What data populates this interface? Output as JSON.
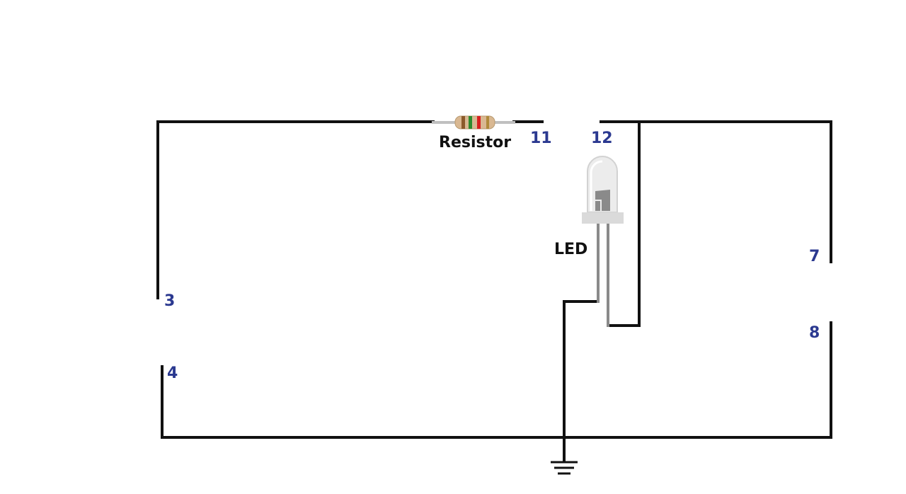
{
  "labels": {
    "resistor": "Resistor",
    "led": "LED",
    "pin_11": "11",
    "pin_12": "12",
    "pin_3": "3",
    "pin_4": "4",
    "pin_7": "7",
    "pin_8": "8"
  },
  "icons": {
    "resistor": "resistor-icon",
    "led": "led-icon",
    "ground": "ground-icon"
  },
  "colors": {
    "wire": "#111111",
    "pin_label": "#2b3990",
    "text_label": "#111111",
    "resistor_body": "#d9b892",
    "band_1": "#8b5a2b",
    "band_2": "#2e8b2e",
    "band_3": "#d92020",
    "band_4": "#b08a3a",
    "led_lens": "#e8e8e8",
    "led_leads": "#8a8a8a"
  }
}
